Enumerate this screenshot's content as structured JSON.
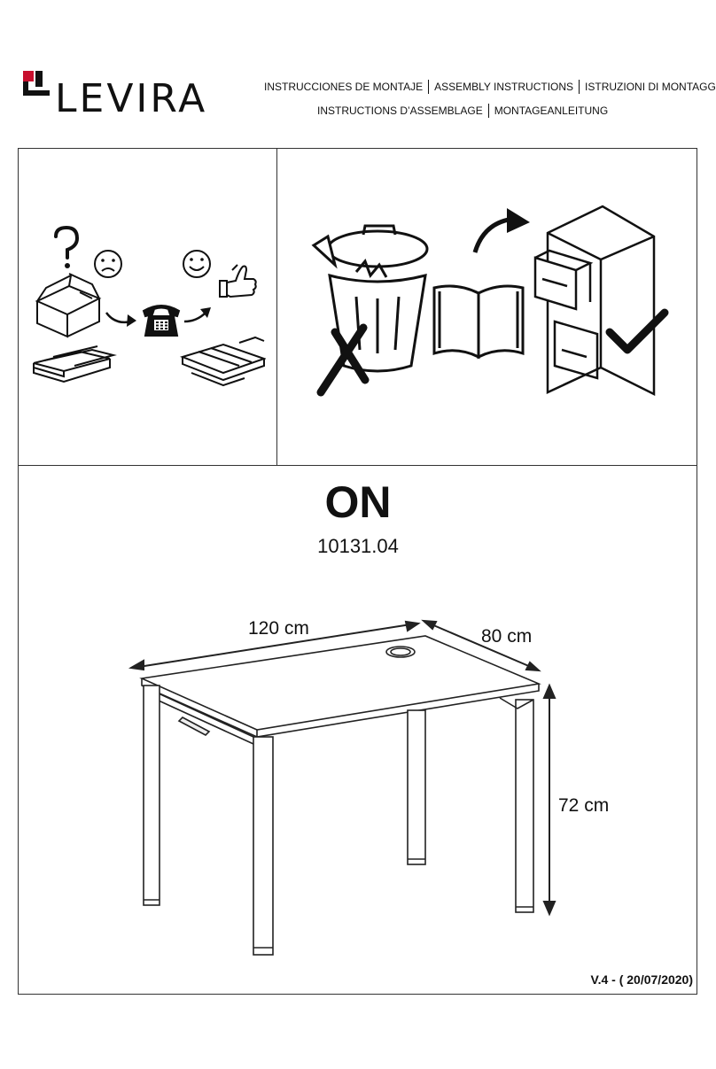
{
  "brand": {
    "name": "LEVIRA",
    "accent_color": "#c8102e"
  },
  "header": {
    "line1": [
      "INSTRUCCIONES DE MONTAJE",
      "ASSEMBLY INSTRUCTIONS",
      "ISTRUZIONI DI MONTAGGIO"
    ],
    "line2": [
      "INSTRUCTIONS D’ASSEMBLAGE",
      "MONTAGEANLEITUNG"
    ]
  },
  "pictograms": {
    "left_panel": [
      "question-mark-icon",
      "sad-face-icon",
      "open-box-icon",
      "telephone-icon",
      "smiley-face-icon",
      "thumbs-up-icon",
      "flat-pack-parts-icon"
    ],
    "right_panel": [
      "trash-can-icon",
      "cross-mark-icon",
      "open-book-icon",
      "curved-arrow-icon",
      "filing-cabinet-icon",
      "check-mark-icon"
    ]
  },
  "product": {
    "name": "ON",
    "code": "10131.04",
    "width": "120 cm",
    "depth": "80 cm",
    "height": "72 cm"
  },
  "footer": {
    "version": "V.4 - ( 20/07/2020)"
  }
}
